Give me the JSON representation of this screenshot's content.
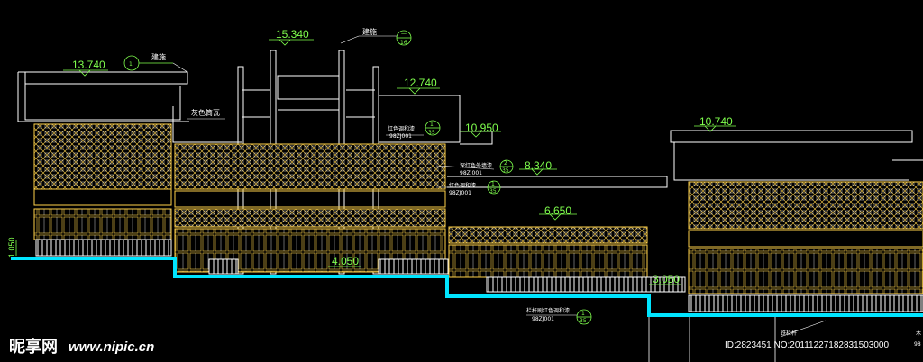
{
  "drawing": {
    "colors": {
      "outline": "#ffffff",
      "wood": "#ffd24a",
      "dim": "#7fff4d",
      "ground": "#00e5ff",
      "background": "#000000"
    },
    "levels": [
      "13.740",
      "15.340",
      "12.740",
      "10.950",
      "8.340",
      "6.650",
      "10.740",
      "4.050",
      "3.050",
      "1.050"
    ],
    "notes": {
      "jianzhi_left": "建施",
      "jianzhi_mid": "建施",
      "grey_tile": "灰色筒瓦",
      "red_paint_1": "红色调和漆",
      "red_code_1": "98ZJ001",
      "red_paint_2": "红色调和漆",
      "red_code_2": "98ZJ001",
      "dark_red_paint": "深红色外墙漆",
      "dark_red_code": "98ZJ001",
      "rail_paint": "栏杆刷红色调和漆",
      "rail_code": "98ZJ001",
      "iron_rail": "铁栏杆",
      "cut_right_1": "木",
      "cut_right_2": "98"
    },
    "callouts": {
      "c1": "1",
      "c2_top": "一",
      "c2_bot": "16",
      "c3_top": "1",
      "c3_bot": "35",
      "c4_top": "2",
      "c4_bot": "35",
      "c5_top": "1",
      "c5_bot": "35",
      "c6_top": "1",
      "c6_bot": "35"
    }
  },
  "watermark": {
    "brand": "昵享网",
    "site": "www.nipic.cn",
    "id_line": "ID:2823451 NO:20111227182831503000"
  }
}
